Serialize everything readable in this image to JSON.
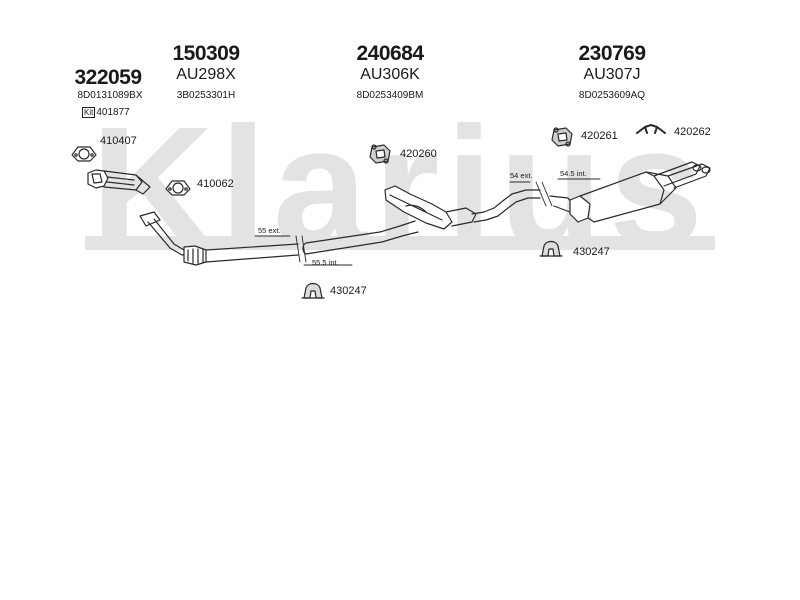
{
  "watermark": {
    "text": "Klarius",
    "color": "#e3e3e3"
  },
  "groups": [
    {
      "part_number": "322059",
      "oe": "8D0131089BX"
    },
    {
      "part_number": "150309",
      "code": "AU298X",
      "oe": "3B0253301H"
    },
    {
      "part_number": "240684",
      "code": "AU306K",
      "oe": "8D0253409BM"
    },
    {
      "part_number": "230769",
      "code": "AU307J",
      "oe": "8D0253609AQ"
    }
  ],
  "kit": {
    "badge": "Kit",
    "number": "401877"
  },
  "fittings": [
    {
      "number": "410407",
      "icon": "flange-gasket-icon"
    },
    {
      "number": "410062",
      "icon": "flange-gasket-icon"
    },
    {
      "number": "420260",
      "icon": "rubber-mount-icon"
    },
    {
      "number": "420261",
      "icon": "rubber-mount-icon"
    },
    {
      "number": "420262",
      "icon": "hanger-bracket-icon"
    },
    {
      "number": "430247",
      "icon": "clamp-icon"
    },
    {
      "number": "430247",
      "icon": "clamp-icon"
    }
  ],
  "dimensions": [
    "55 ext.",
    "55.5 int.",
    "54 ext.",
    "54.5 int."
  ],
  "colors": {
    "line": "#2a2a2a",
    "watermark": "#e3e3e3"
  }
}
